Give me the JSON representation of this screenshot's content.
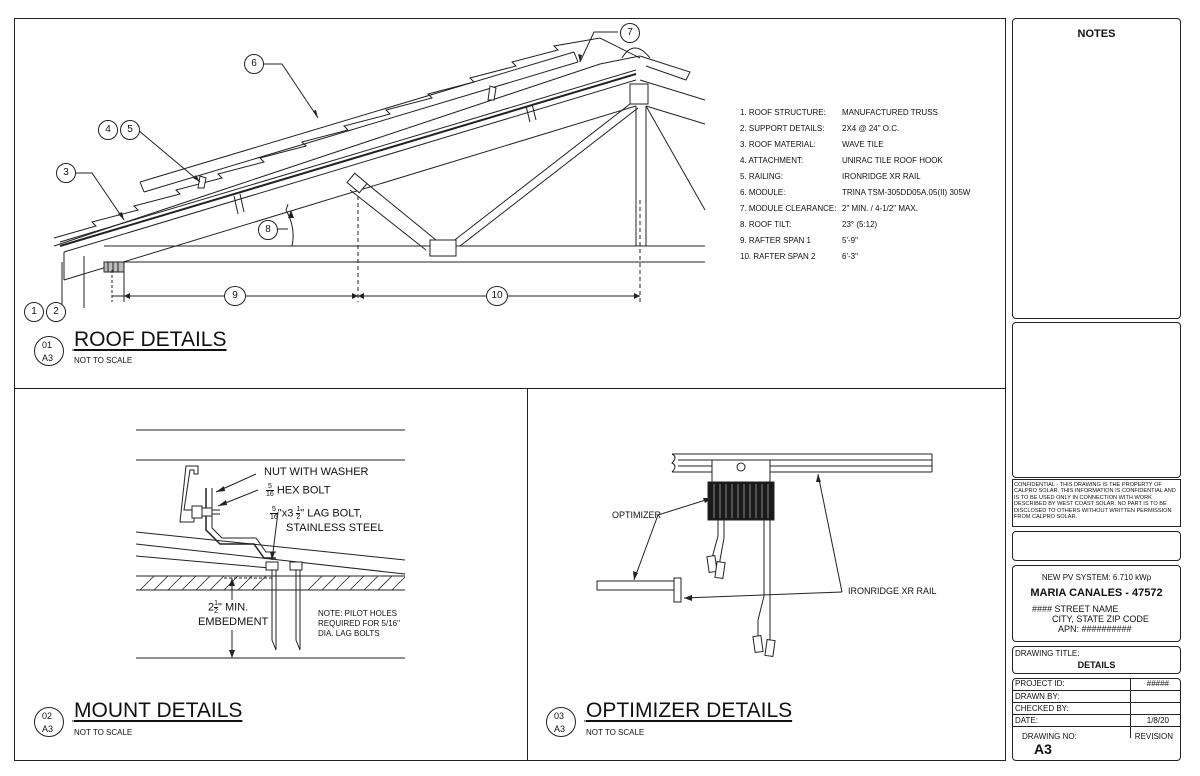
{
  "roof": {
    "callouts": [
      "1",
      "2",
      "3",
      "4",
      "5",
      "6",
      "7",
      "8",
      "9",
      "10"
    ],
    "specs": [
      {
        "label": "1. ROOF STRUCTURE:",
        "value": "MANUFACTURED TRUSS"
      },
      {
        "label": "2. SUPPORT DETAILS:",
        "value": "2X4 @ 24\" O.C."
      },
      {
        "label": "3. ROOF MATERIAL:",
        "value": "WAVE TILE"
      },
      {
        "label": "4. ATTACHMENT:",
        "value": "UNIRAC TILE ROOF HOOK"
      },
      {
        "label": "5. RAILING:",
        "value": "IRONRIDGE XR RAIL"
      },
      {
        "label": "6. MODULE:",
        "value": "TRINA TSM-305DD05A.05(II) 305W"
      },
      {
        "label": "7. MODULE CLEARANCE:",
        "value": "2\" MIN. / 4-1/2\" MAX."
      },
      {
        "label": "8. ROOF TILT:",
        "value": "23° (5:12)"
      },
      {
        "label": "9. RAFTER SPAN 1",
        "value": "5'-9\""
      },
      {
        "label": "10. RAFTER SPAN 2",
        "value": "6'-3\""
      }
    ],
    "detail_number": "01",
    "sheet": "A3",
    "title": "ROOF DETAILS",
    "scale": "NOT TO SCALE"
  },
  "mount": {
    "labels": {
      "nut": "NUT WITH WASHER",
      "hex_frac_num": "5",
      "hex_frac_den": "16",
      "hex": "HEX BOLT",
      "lag_frac_num": "5",
      "lag_frac_den": "16",
      "lag_mid": "\"x3",
      "lag_half_num": "1",
      "lag_half_den": "2",
      "lag_end": "\" LAG BOLT,",
      "lag_line2": "STAINLESS STEEL",
      "embed_whole": "2",
      "embed_half_num": "1",
      "embed_half_den": "2",
      "embed_rest": "\" MIN.",
      "embed_line2": "EMBEDMENT",
      "note_l1": "NOTE: PILOT HOLES",
      "note_l2": "REQUIRED FOR 5/16\"",
      "note_l3": "DIA. LAG BOLTS"
    },
    "detail_number": "02",
    "sheet": "A3",
    "title": "MOUNT DETAILS",
    "scale": "NOT TO SCALE"
  },
  "optimizer": {
    "labels": {
      "optimizer": "OPTIMIZER",
      "rail": "IRONRIDGE XR RAIL"
    },
    "detail_number": "03",
    "sheet": "A3",
    "title": "OPTIMIZER DETAILS",
    "scale": "NOT TO SCALE"
  },
  "sidebar": {
    "notes_title": "NOTES",
    "confidential": "CONFIDENTIAL - THIS DRAWING IS THE PROPERTY OF CALPRO SOLAR. THIS INFORMATION IS CONFIDENTIAL AND IS TO BE USED ONLY IN CONNECTION WITH WORK DESCRIBED BY WEST COAST SOLAR. NO PART IS TO BE DISCLOSED TO OTHERS WITHOUT WRITTEN PERMISSION FROM CALPRO SOLAR.",
    "system": "NEW PV SYSTEM: 6.710 kWp",
    "client": "MARIA CANALES - 47572",
    "street": "#### STREET NAME",
    "city": "CITY, STATE ZIP CODE",
    "apn": "APN: ##########",
    "drawing_title_label": "DRAWING TITLE:",
    "drawing_title": "DETAILS",
    "project_id_label": "PROJECT ID:",
    "project_id": "#####",
    "drawn_by_label": "DRAWN BY:",
    "checked_by_label": "CHECKED BY:",
    "date_label": "DATE:",
    "date": "1/8/20",
    "drawing_no_label": "DRAWING NO:",
    "drawing_no": "A3",
    "revision_label": "REVISION"
  }
}
